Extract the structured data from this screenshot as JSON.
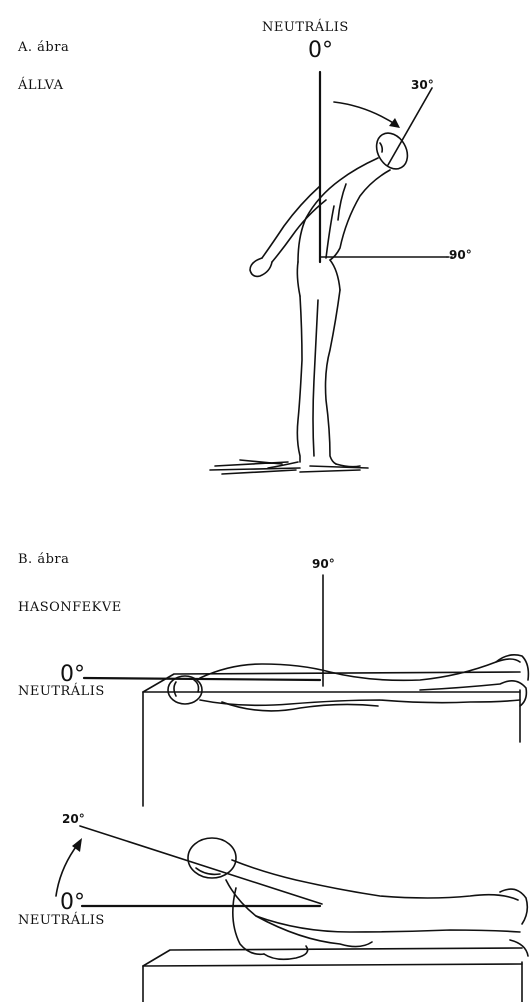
{
  "figure_a": {
    "label": "A. ábra",
    "position": "ÁLLVA",
    "neutral": "NEUTRÁLIS",
    "zero": "0°",
    "angle_top": "30°",
    "angle_side": "90°"
  },
  "figure_b": {
    "label": "B. ábra",
    "position": "HASONFEKVE",
    "neutral": "NEUTRÁLIS",
    "zero": "0°",
    "angle_top": "90°"
  },
  "figure_c": {
    "neutral": "NEUTRÁLIS",
    "zero": "0°",
    "angle_top": "20°"
  }
}
